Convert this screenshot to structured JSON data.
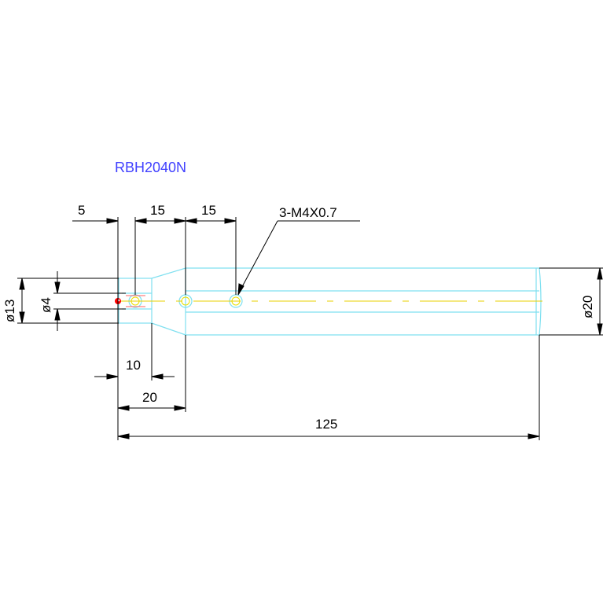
{
  "drawing": {
    "part_number": "RBH2040N",
    "colors": {
      "title": "#4040ff",
      "outline": "#7fe0f0",
      "centerline": "#e8d000",
      "dimension": "#000000",
      "marker": "#ff0000",
      "thread_hole": "#e8e000"
    },
    "dimensions": {
      "d1": "5",
      "d2": "15",
      "d3": "15",
      "hole_note": "3-M4X0.7",
      "dia_left_outer": "ø13",
      "dia_left_inner": "ø4",
      "dia_right": "ø20",
      "len_10": "10",
      "len_20": "20",
      "len_total": "125"
    }
  }
}
